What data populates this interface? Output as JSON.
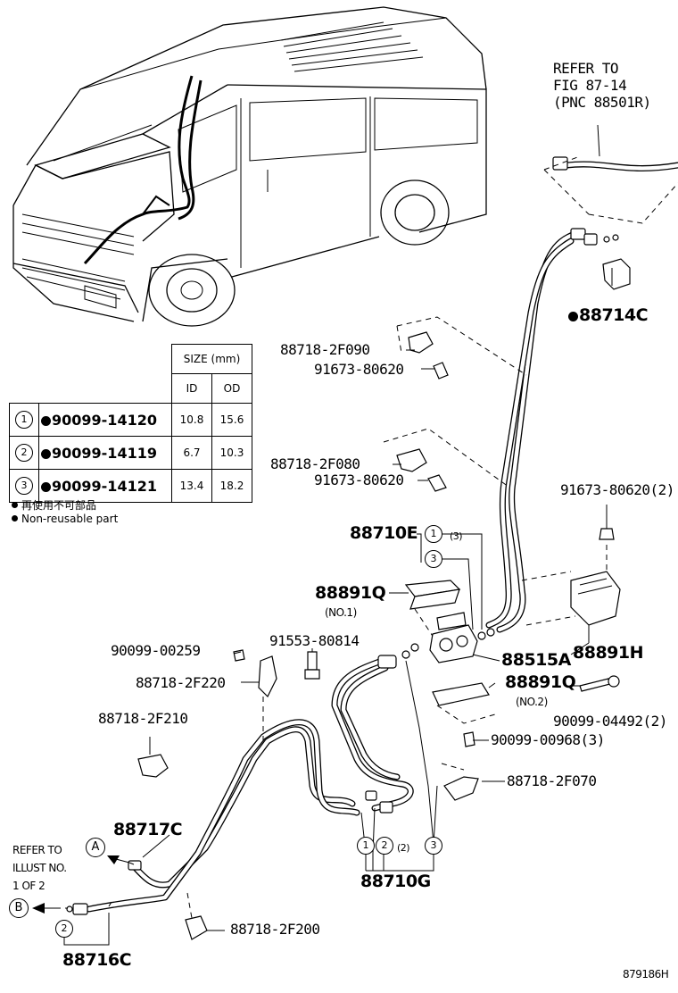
{
  "refer_top": {
    "line1": "REFER TO",
    "line2": "FIG 87-14",
    "line3": "(PNC 88501R)"
  },
  "refer_left": {
    "line1": "REFER TO",
    "line2": "ILLUST NO.",
    "line3": "1 OF 2"
  },
  "callouts": {
    "a": "A",
    "b": "B"
  },
  "table": {
    "size_header": "SIZE (mm)",
    "col_id": "ID",
    "col_od": "OD",
    "rows": [
      {
        "num": "1",
        "part": "90099-14120",
        "id": "10.8",
        "od": "15.6"
      },
      {
        "num": "2",
        "part": "90099-14119",
        "id": "6.7",
        "od": "10.3"
      },
      {
        "num": "3",
        "part": "90099-14121",
        "id": "13.4",
        "od": "18.2"
      }
    ]
  },
  "legend": {
    "ja": "再使用不可部品",
    "en": "Non-reusable part"
  },
  "parts": {
    "p88714C": "88714C",
    "p88718_2F090": "88718-2F090",
    "p91673_80620_a": "91673-80620",
    "p88718_2F080": "88718-2F080",
    "p91673_80620_b": "91673-80620",
    "p91673_80620_2": "91673-80620(2)",
    "p88710E": "88710E",
    "p88891Q_1": "88891Q",
    "no1": "(NO.1)",
    "p88515A": "88515A",
    "p88891H": "88891H",
    "p90099_00259": "90099-00259",
    "p91553_80814": "91553-80814",
    "p88718_2F220": "88718-2F220",
    "p88891Q_2": "88891Q",
    "no2": "(NO.2)",
    "p90099_04492": "90099-04492(2)",
    "p88718_2F210": "88718-2F210",
    "p90099_00968": "90099-00968(3)",
    "p88718_2F070": "88718-2F070",
    "p88717C": "88717C",
    "p88710G": "88710G",
    "p88718_2F200": "88718-2F200",
    "p88716C": "88716C"
  },
  "sub": {
    "e1": "1",
    "e3": "3",
    "e_note": "(3)",
    "g1": "1",
    "g2": "2",
    "g_note": "(2)",
    "g3": "3",
    "c2": "2"
  },
  "diagram_id": "879186H"
}
